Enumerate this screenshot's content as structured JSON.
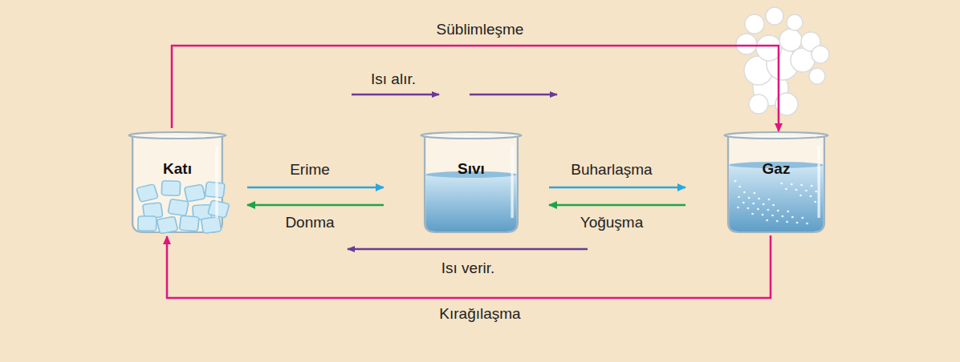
{
  "diagram": {
    "nodes": [
      {
        "text": [
          "Katı"
        ]
      },
      {
        "text": [
          "Sıvı"
        ]
      },
      {
        "text": [
          "Gaz"
        ]
      }
    ],
    "edges": [
      {
        "from": 0,
        "to": 1,
        "label": "Erime",
        "arrow": "to"
      },
      {
        "from": 1,
        "to": 0,
        "label": "Donma",
        "arrow": "to"
      },
      {
        "from": 1,
        "to": 2,
        "label": "Buharlaşma",
        "arrow": "to"
      },
      {
        "from": 2,
        "to": 1,
        "label": "Yoğuşma",
        "arrow": "to"
      },
      {
        "from": 0,
        "to": 2,
        "label": "Süblimleşme",
        "arrow": "to"
      },
      {
        "from": 2,
        "to": 0,
        "label": "Kırağılaşma",
        "arrow": "to"
      }
    ],
    "labels": [
      "Isı alır.",
      "Isı verir."
    ]
  }
}
